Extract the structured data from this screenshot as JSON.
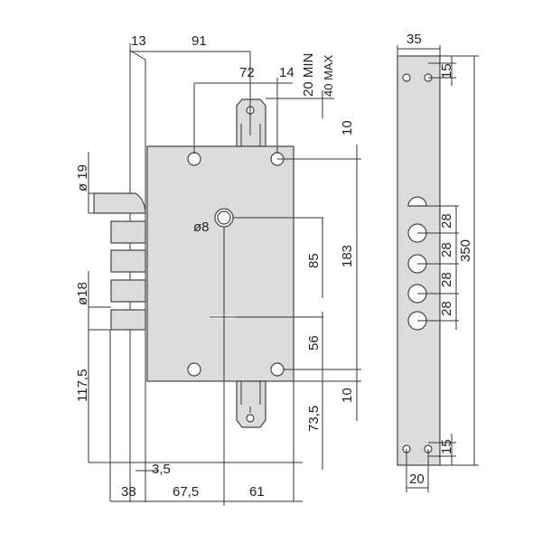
{
  "drawing": {
    "title": "Lock dimensional drawing",
    "front_view": {
      "dims": {
        "d13": "13",
        "d91": "91",
        "d72": "72",
        "d14": "14",
        "d20min": "20 MIN",
        "d40max": "40 MAX",
        "d10_top": "10",
        "d19": "ø 19",
        "d8": "ø8",
        "d85": "85",
        "d183": "183",
        "d18": "ø18",
        "d56": "56",
        "d117": "117,5",
        "d10_bottom": "10",
        "d73": "73,5",
        "d3": "3,5",
        "d38": "38",
        "d67": "67,5",
        "d61": "61"
      }
    },
    "side_view": {
      "dims": {
        "d35": "35",
        "d15_top": "15",
        "d28_1": "28",
        "d28_2": "28",
        "d28_3": "28",
        "d28_4": "28",
        "d350": "350",
        "d15_bottom": "15",
        "d20": "20"
      }
    },
    "colors": {
      "body": "#dcdcdc",
      "line": "#333333"
    }
  }
}
